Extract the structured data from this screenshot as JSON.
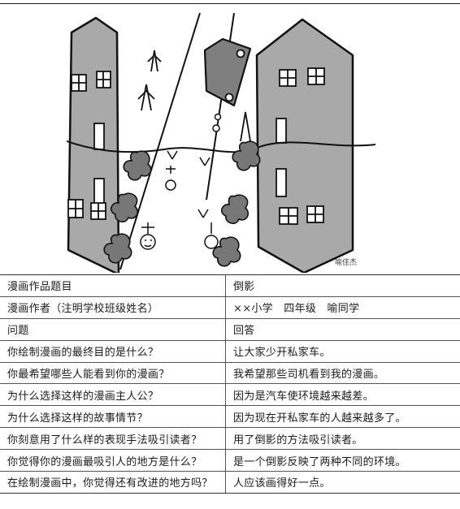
{
  "artwork": {
    "signature": "喻佳杰"
  },
  "colors": {
    "building_fill": "#a9a9a9",
    "car_fill": "#7f7f7f",
    "window_fill": "#ffffff",
    "line": "#111111"
  },
  "table": {
    "rows": [
      {
        "left": "漫画作品题目",
        "right": "倒影"
      },
      {
        "left": "漫画作者（注明学校班级姓名）",
        "right": "××小学　四年级　喻同学"
      },
      {
        "left": "问题",
        "right": "回答"
      },
      {
        "left": "你绘制漫画的最终目的是什么？",
        "right": "让大家少开私家车。"
      },
      {
        "left": "你最希望哪些人能看到你的漫画？",
        "right": "我希望那些司机看到我的漫画。"
      },
      {
        "left": "为什么选择这样的漫画主人公？",
        "right": "因为是汽车使环境越来越差。"
      },
      {
        "left": "为什么选择这样的故事情节？",
        "right": "因为现在开私家车的人越来越多了。"
      },
      {
        "left": "你刻意用了什么样的表现手法吸引读者？",
        "right": "用了倒影的方法吸引读者。"
      },
      {
        "left": "你觉得你的漫画最吸引人的地方是什么？",
        "right": "是一个倒影反映了两种不同的环境。"
      },
      {
        "left": "在绘制漫画中，你觉得还有改进的地方吗？",
        "right": "人应该画得好一点。"
      }
    ]
  }
}
